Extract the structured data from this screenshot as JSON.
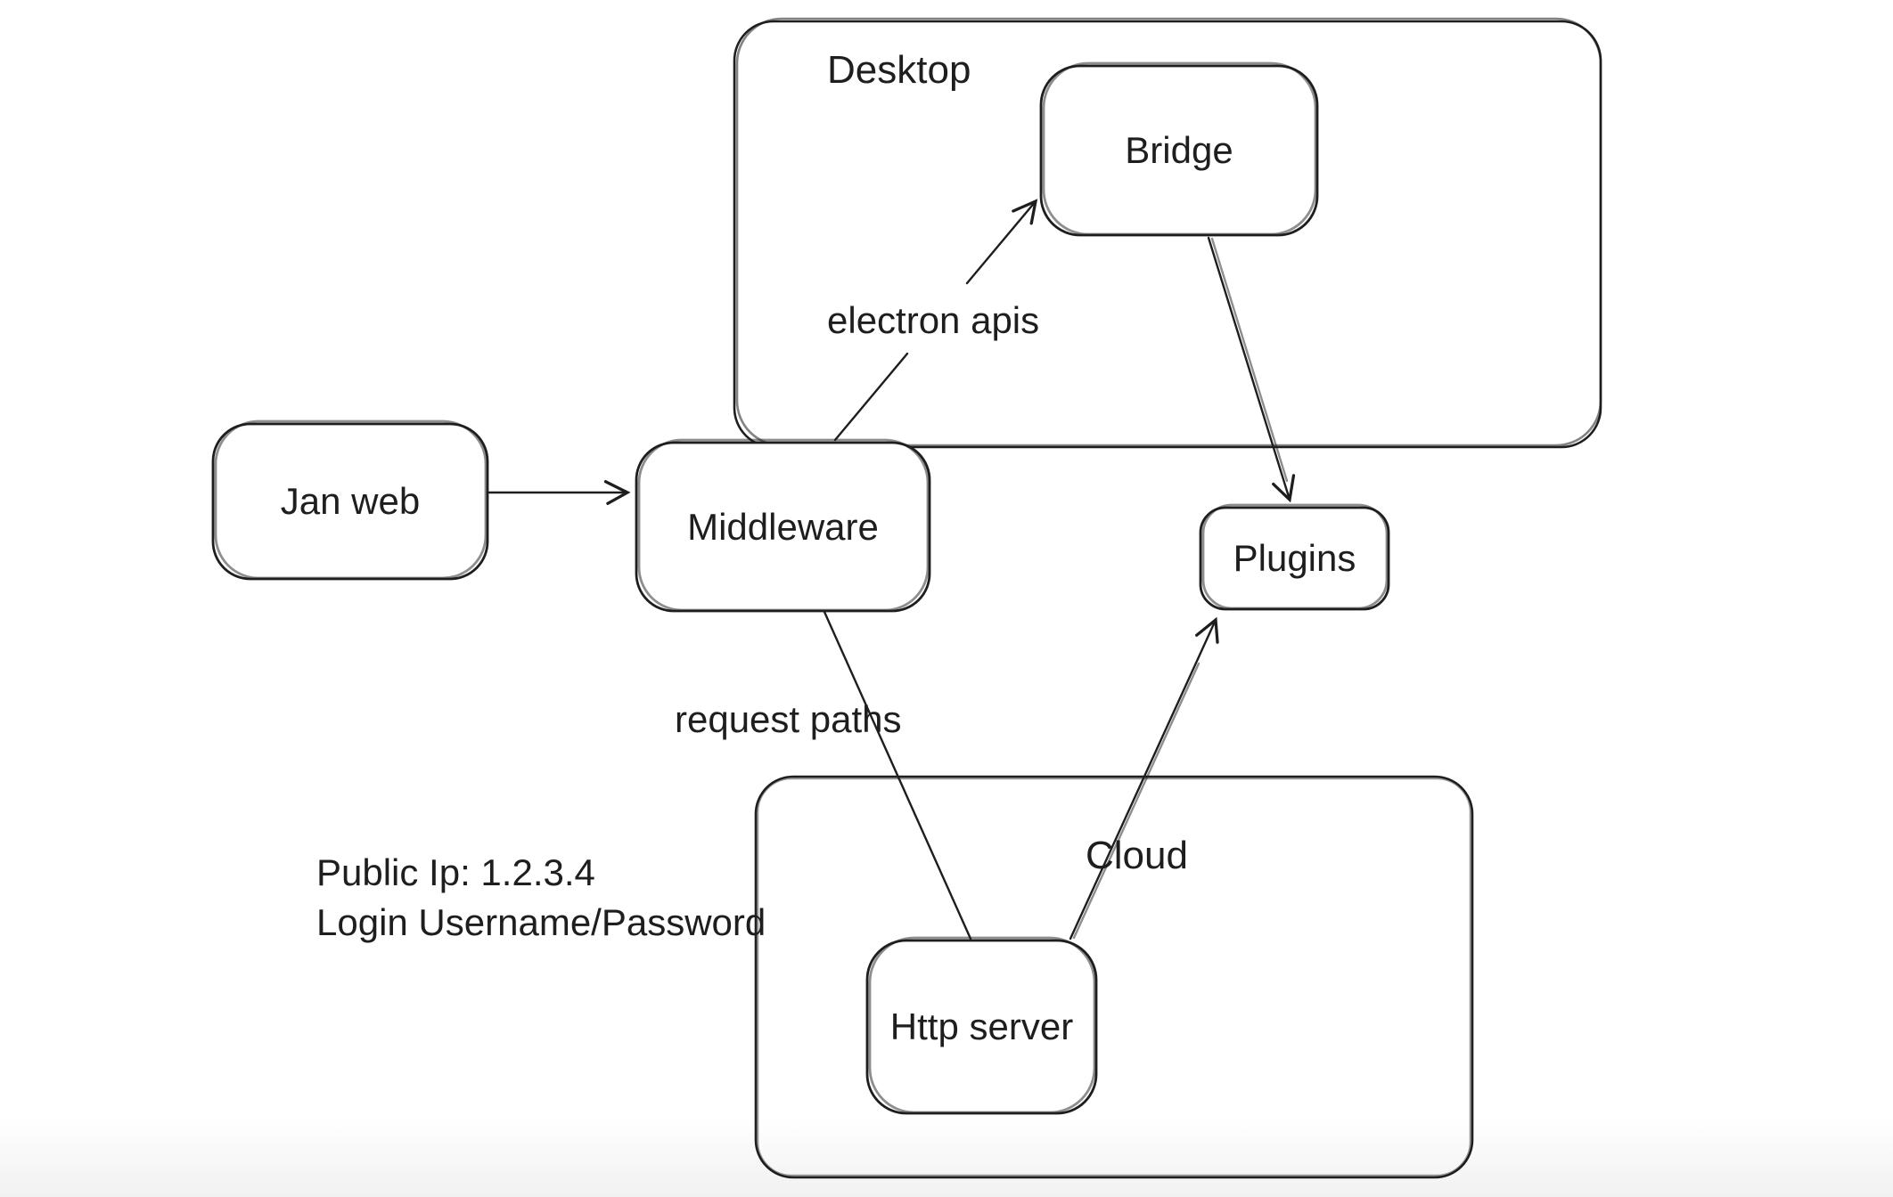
{
  "diagram": {
    "colors": {
      "stroke": "#1e1e1e",
      "background": "#ffffff"
    },
    "containers": [
      {
        "id": "desktop",
        "label": "Desktop"
      },
      {
        "id": "cloud",
        "label": "Cloud"
      }
    ],
    "nodes": [
      {
        "id": "jan-web",
        "label": "Jan web"
      },
      {
        "id": "middleware",
        "label": "Middleware"
      },
      {
        "id": "bridge",
        "label": "Bridge"
      },
      {
        "id": "plugins",
        "label": "Plugins"
      },
      {
        "id": "http-server",
        "label": "Http server"
      }
    ],
    "edges": [
      {
        "from": "jan-web",
        "to": "middleware",
        "label": ""
      },
      {
        "from": "middleware",
        "to": "bridge",
        "label": "electron apis"
      },
      {
        "from": "bridge",
        "to": "plugins",
        "label": ""
      },
      {
        "from": "middleware",
        "to": "http-server",
        "label": "request paths"
      },
      {
        "from": "http-server",
        "to": "plugins",
        "label": ""
      }
    ],
    "notes": [
      {
        "text": "Public Ip: 1.2.3.4"
      },
      {
        "text": "Login Username/Password"
      }
    ]
  }
}
